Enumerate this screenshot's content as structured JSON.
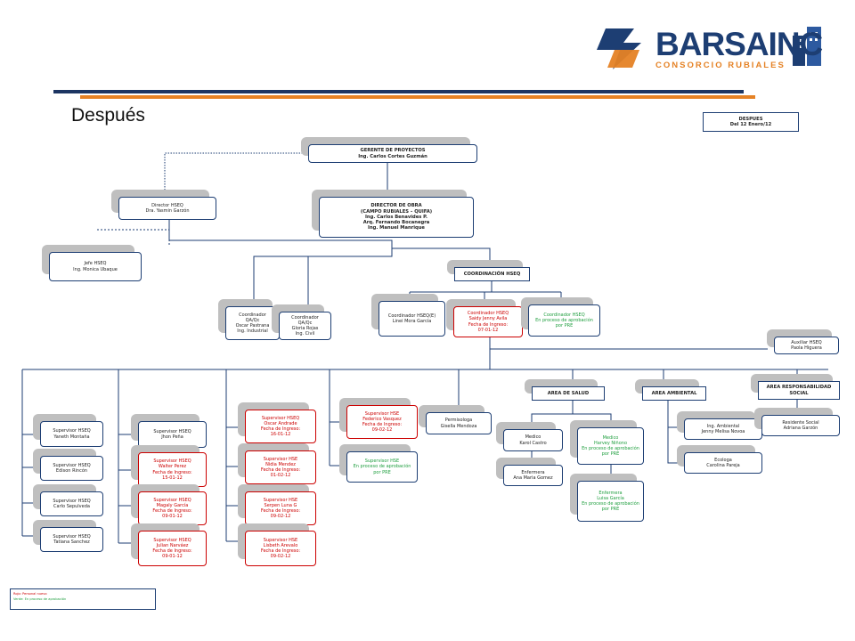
{
  "header": {
    "title": "Después",
    "logo_name": "BARSAINC",
    "logo_subtitle": "CONSORCIO RUBIALES",
    "stamp": "DESPUES\nDel 12 Enero/12"
  },
  "colors": {
    "navy": "#1d3e73",
    "orange": "#e58225",
    "red": "#cc0000",
    "green": "#1e9e3e"
  },
  "nodes": {
    "gerente": "GERENTE  DE PROYECTOS\nIng. Carlos Cortes Guzmán",
    "director_obra": "DIRECTOR  DE OBRA\n(CAMPO RUBIALES – QUIFA)\nIng. Carlos Benavides P.\nArq. Fernando Bocanegra\nIng. Manuel Manrique",
    "director_hseq": "Director  HSEQ\nDra. Yasmin Garzón",
    "jefe_hseq": "Jefe  HSEQ\nIng. Monica Ubaque",
    "coordinacion_hseq": "COORDINACIÓN  HSEQ",
    "coord_qaqc_1": "Coordinador\nQA/Qc\nOscar Pastrana\nIng. Industrial",
    "coord_qaqc_2": "Coordinador\nQA/Qc\nGloria Rojas\nIng. Civil",
    "coord_hseq_1": "Coordinador  HSEQ(E)\nLinei Mora García",
    "coord_hseq_2": "Coordinador  HSEQ\nSaidy Jenny Avila\nFecha de Ingreso:\n07-01-12",
    "coord_hseq_3": "Coordinador  HSEQ\nEn proceso de aprobación\npor PRE",
    "auxiliar_hseq": "Auxiliar  HSEQ\nPaola Higuera",
    "area_salud": "AREA  DE  SALUD",
    "area_ambiental": "AREA  AMBIENTAL",
    "area_social": "AREA  RESPONSABILIDAD\nSOCIAL",
    "sup_c1_1": "Supervisor  HSEQ\nYaneth Montaña",
    "sup_c1_2": "Supervisor  HSEQ\nEdison Rincón",
    "sup_c1_3": "Supervisor  HSEQ\nCarlo Sepulveda",
    "sup_c1_4": "Supervisor  HSEQ\nTatiana Sanchez",
    "sup_c2_1": "Supervisor  HSEQ\nJhon Peña",
    "sup_c2_2": "Supervisor  HSEQ\nWalter Perez\nFecha de Ingreso:\n15-01-12",
    "sup_c2_3": "Supervisor  HSEQ\nMagaly García\nFecha de Ingreso:\n09-01-12",
    "sup_c2_4": "Supervisor  HSEQ\nJulian Narváez\nFecha de Ingreso:\n09-01-12",
    "sup_c3_1": "Supervisor  HSEQ\nOscar Andrade\nFecha de Ingreso:\n16-01-12",
    "sup_c3_2": "Supervisor  HSE\nNidia Mendez\nFecha de Ingreso:\n01-02-12",
    "sup_c3_3": "Supervisor  HSE\nSerpen Luna G\nFecha de Ingreso:\n09-02-12",
    "sup_c3_4": "Supervisor  HSE\nLisbeth Arevalo\nFecha de Ingreso:\n09-02-12",
    "sup_c4_1": "Supervisor  HSE\nFederico Vasquez\nFecha de Ingreso:\n09-02-12",
    "sup_c4_2": "Supervisor  HSE\nEn proceso de aprobación\npor PRE",
    "permisologa": "Permisologa\nGisella Mendoza",
    "medico_1": "Medico\nKarol Castro",
    "medico_2": "Medico\nHarvey Niñono\nEn proceso de aprobación\npor PRE",
    "enfermera_1": "Enfermera\nAna Maria Gomez",
    "enfermera_2": "Enfermera\nLuisa García\nEn proceso de aprobación\npor PRE",
    "ing_ambiental": "Ing. Ambiental\nJenny Melisa Novoa",
    "ecologa": "Ecologa\nCarolina Pareja",
    "residente_social": "Residente  Social\nAdriana Garzón"
  },
  "legend": {
    "red": "Rojo: Personal nuevo",
    "green": "Verde: En proceso de aprobación"
  }
}
